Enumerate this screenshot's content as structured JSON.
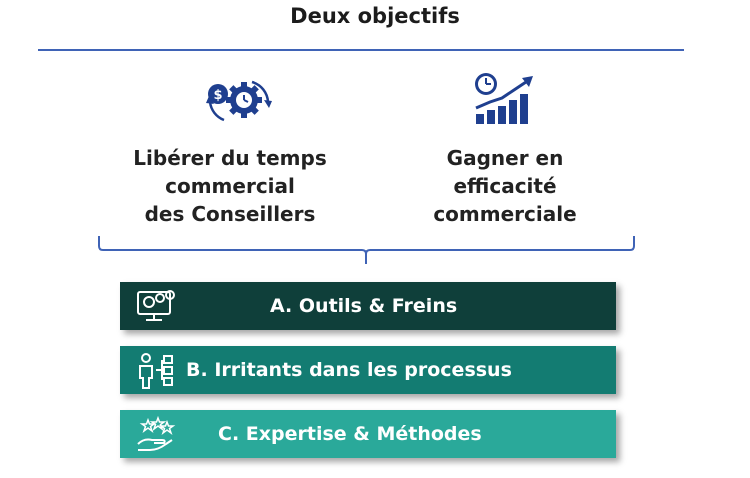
{
  "header": {
    "title": "Deux objectifs"
  },
  "objectives": [
    {
      "icon": "money-gear-clock-icon",
      "lines": [
        "Libérer du temps",
        "commercial",
        "des Conseillers"
      ]
    },
    {
      "icon": "growth-chart-clock-icon",
      "lines": [
        "Gagner en",
        "efficacité",
        "commerciale"
      ]
    }
  ],
  "levers": [
    {
      "label": "A. Outils & Freins",
      "icon": "monitor-gears-icon",
      "color": "#0f3f3a"
    },
    {
      "label": "B. Irritants dans les processus",
      "icon": "person-process-icon",
      "color": "#137c72"
    },
    {
      "label": "C. Expertise & Méthodes",
      "icon": "hand-stars-icon",
      "color": "#2aa99a"
    }
  ],
  "colors": {
    "rule": "#3f63b6",
    "icon_blue": "#1f3f8f"
  }
}
